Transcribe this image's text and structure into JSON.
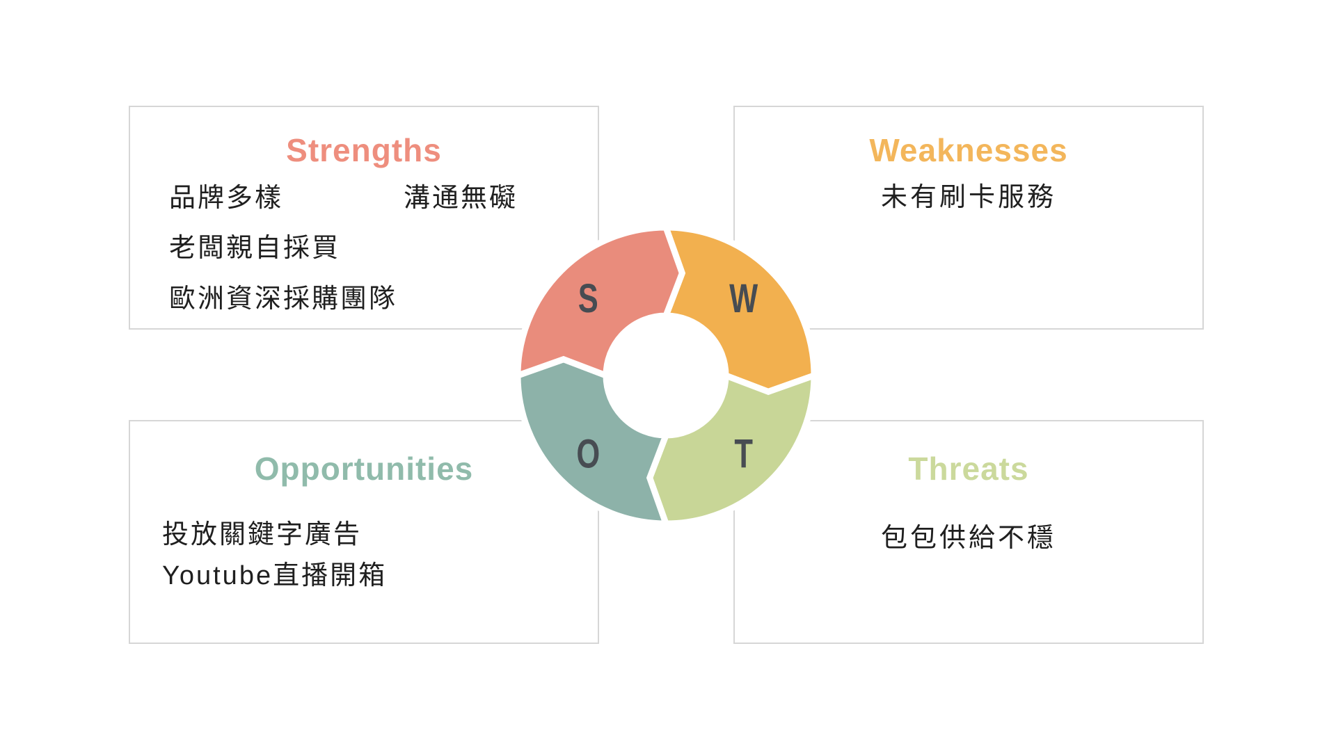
{
  "page": {
    "background_color": "#ffffff",
    "box_border_color": "#d6d6d6",
    "body_text_color": "#1f1f1f"
  },
  "diagram": {
    "type": "swot-cycle",
    "letter_color": "#474c52",
    "segments": [
      {
        "letter": "S",
        "position": "top-left",
        "color": "#e98c7c"
      },
      {
        "letter": "W",
        "position": "top-right",
        "color": "#f2b04f"
      },
      {
        "letter": "T",
        "position": "bottom-right",
        "color": "#c8d697"
      },
      {
        "letter": "O",
        "position": "bottom-left",
        "color": "#8db2a9"
      }
    ]
  },
  "quadrants": {
    "strengths": {
      "title": "Strengths",
      "title_color": "#ee8e7e",
      "items": [
        "品牌多樣",
        "溝通無礙",
        "老闆親自採買",
        "歐洲資深採購團隊"
      ]
    },
    "weaknesses": {
      "title": "Weaknesses",
      "title_color": "#f3b65b",
      "items": [
        "未有刷卡服務"
      ]
    },
    "opportunities": {
      "title": "Opportunities",
      "title_color": "#90bbab",
      "items": [
        "投放關鍵字廣告",
        "Youtube直播開箱"
      ]
    },
    "threats": {
      "title": "Threats",
      "title_color": "#cbd99c",
      "items": [
        "包包供給不穩"
      ]
    }
  }
}
